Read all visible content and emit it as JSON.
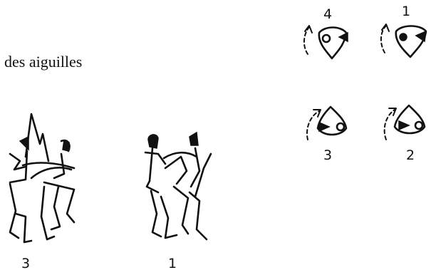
{
  "caption": "des aiguilles",
  "figures": [
    {
      "label": "3"
    },
    {
      "label": "1"
    }
  ],
  "positions": [
    {
      "label": "4"
    },
    {
      "label": "1"
    },
    {
      "label": "3"
    },
    {
      "label": "2"
    }
  ]
}
